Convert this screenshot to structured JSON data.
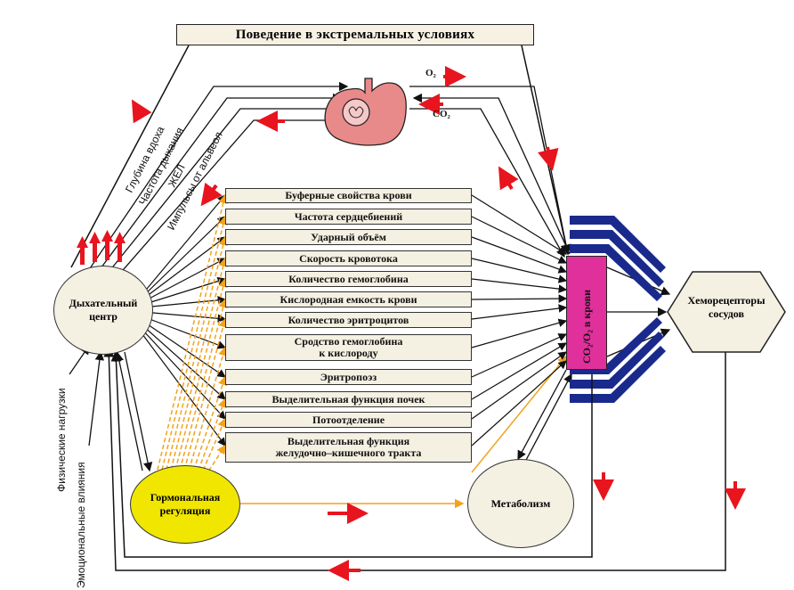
{
  "title": "Поведение в экстремальных условиях",
  "boxes": [
    "Буферные свойства крови",
    "Частота сердцебиений",
    "Ударный объём",
    "Скорость кровотока",
    "Количество гемоглобина",
    "Кислородная емкость крови",
    "Количество эритроцитов",
    "Сродство гемоглобина\nк кислороду",
    "Эритропоэз",
    "Выделительная функция почек",
    "Потоотделение",
    "Выделительная функция\nжелудочно–кишечного тракта"
  ],
  "respiratory_center": "Дыхательный\nцентр",
  "hormonal": "Гормональная\nрегуляция",
  "metabolism": "Метаболизм",
  "chemoreceptors": "Хеморецепторы\nсосудов",
  "blood_bar": "CO₂/O₂ в крови",
  "o2": "O₂",
  "co2": "CO₂",
  "diagonal_labels": [
    "Глубина вдоха",
    "Частота дыхания",
    "ЖЕЛ",
    "Импульсы от альвеол"
  ],
  "side_labels": [
    "Физические нагрузки",
    "Эмоциональные влияния"
  ],
  "colors": {
    "red": "#e8141e",
    "yellow": "#f0e600",
    "magenta": "#e0309c",
    "navy": "#1a2a8c",
    "orange": "#f2a21c",
    "lung": "#e98a8a"
  }
}
